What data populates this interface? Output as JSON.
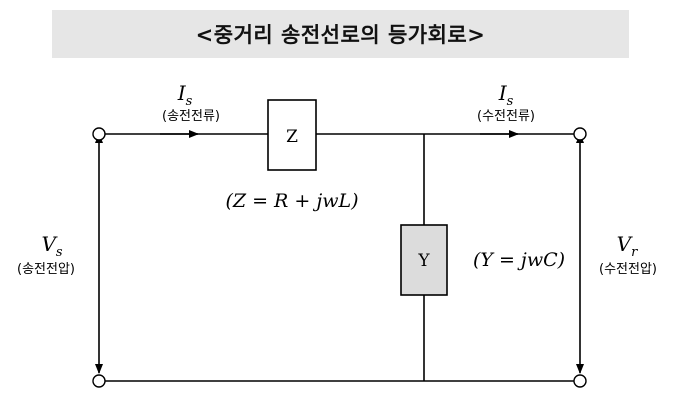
{
  "title": "<중거리 송전선로의 등가회로>",
  "labels": {
    "current_send_symbol": "I",
    "current_send_sub": "s",
    "current_send_desc": "(송전전류)",
    "current_recv_symbol": "I",
    "current_recv_sub": "s",
    "current_recv_desc": "(수전전류)",
    "voltage_send_symbol": "V",
    "voltage_send_sub": "s",
    "voltage_send_desc": "(송전전압)",
    "voltage_recv_symbol": "V",
    "voltage_recv_sub": "r",
    "voltage_recv_desc": "(수전전압)",
    "impedance_box": "Z",
    "impedance_formula": "(Z = R + jwL)",
    "admittance_box": "Y",
    "admittance_formula": "(Y = jwC)"
  },
  "colors": {
    "line": "#000000",
    "title_background": "#e6e6e6",
    "impedance_fill": "#ffffff",
    "admittance_fill": "#dcdcdc"
  }
}
